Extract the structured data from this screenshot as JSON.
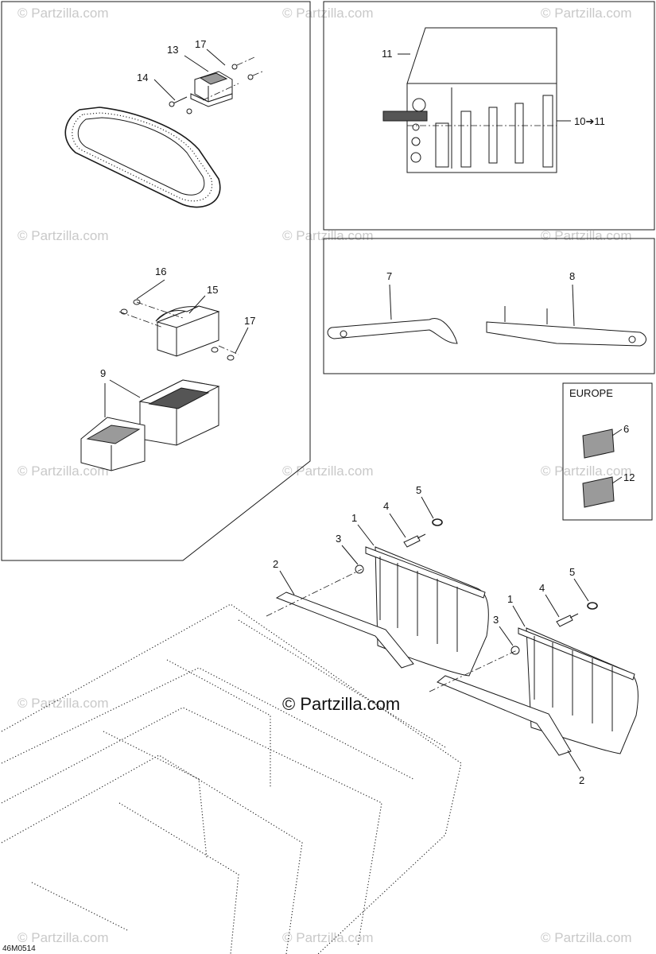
{
  "diagram_code": "46M0514",
  "watermark": "© Partzilla.com",
  "inset_label": "EUROPE",
  "callouts": {
    "c1a": "1",
    "c1b": "1",
    "c2a": "2",
    "c2b": "2",
    "c3a": "3",
    "c3b": "3",
    "c4a": "4",
    "c4b": "4",
    "c5a": "5",
    "c5b": "5",
    "c6": "6",
    "c7": "7",
    "c8": "8",
    "c9": "9",
    "c10_11": "10➔11",
    "c11": "11",
    "c12": "12",
    "c13": "13",
    "c14": "14",
    "c15": "15",
    "c16": "16",
    "c17a": "17",
    "c17b": "17"
  }
}
